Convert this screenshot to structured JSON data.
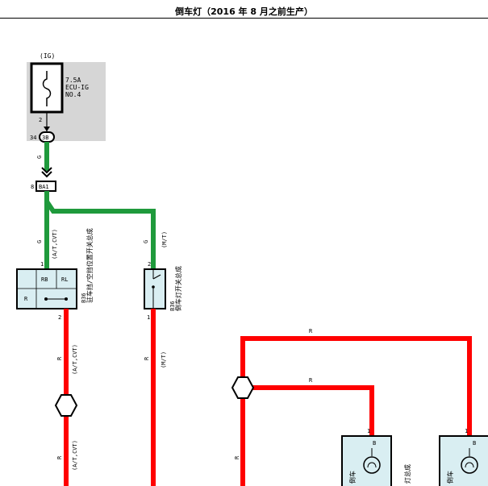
{
  "title": "倒车灯（2016 年 8 月之前生产）",
  "colors": {
    "green_wire": "#1f9a3c",
    "red_wire": "#ff0000",
    "box_fill": "#d6d6d6",
    "connector_fill": "#d9eef2"
  },
  "relay_block": {
    "ig_label": "(IG)",
    "fuse_rating": "7.5A",
    "fuse_name": "ECU-IG",
    "fuse_no": "NO.4",
    "pin2": "2",
    "pin34": "34",
    "connector": "3B"
  },
  "wires": {
    "g_top": "G",
    "g_left": "G",
    "g_right": "G",
    "r_left_upper": "R",
    "r_right_upper": "R",
    "r_left_lower": "R",
    "r_far_left": "R",
    "r_top_branch": "R",
    "r_mid_branch": "R"
  },
  "splice": {
    "pin": "8",
    "name": "BA1"
  },
  "variants": {
    "atcvt_1": "(A/T,CVT)",
    "mt_1": "(M/T)",
    "atcvt_2": "(A/T,CVT)",
    "mt_2": "(M/T)",
    "atcvt_3": "(A/T,CVT)"
  },
  "park_switch": {
    "pin_top": "1",
    "pin_bottom": "2",
    "cell_rb": "RB",
    "cell_rl": "RL",
    "cell_r": "R",
    "code": "B36",
    "name": "驻车挡/空挡位置开关总成"
  },
  "backup_switch": {
    "pin_top": "2",
    "pin_bottom": "1",
    "code": "B36",
    "name": "倒车灯开关总成"
  },
  "lamp_left": {
    "pin": "1",
    "terminal": "B",
    "label": "倒车"
  },
  "lamp_right": {
    "pin": "1",
    "terminal": "B",
    "label": "倒车"
  },
  "lamp_assy_label": "灯总成"
}
